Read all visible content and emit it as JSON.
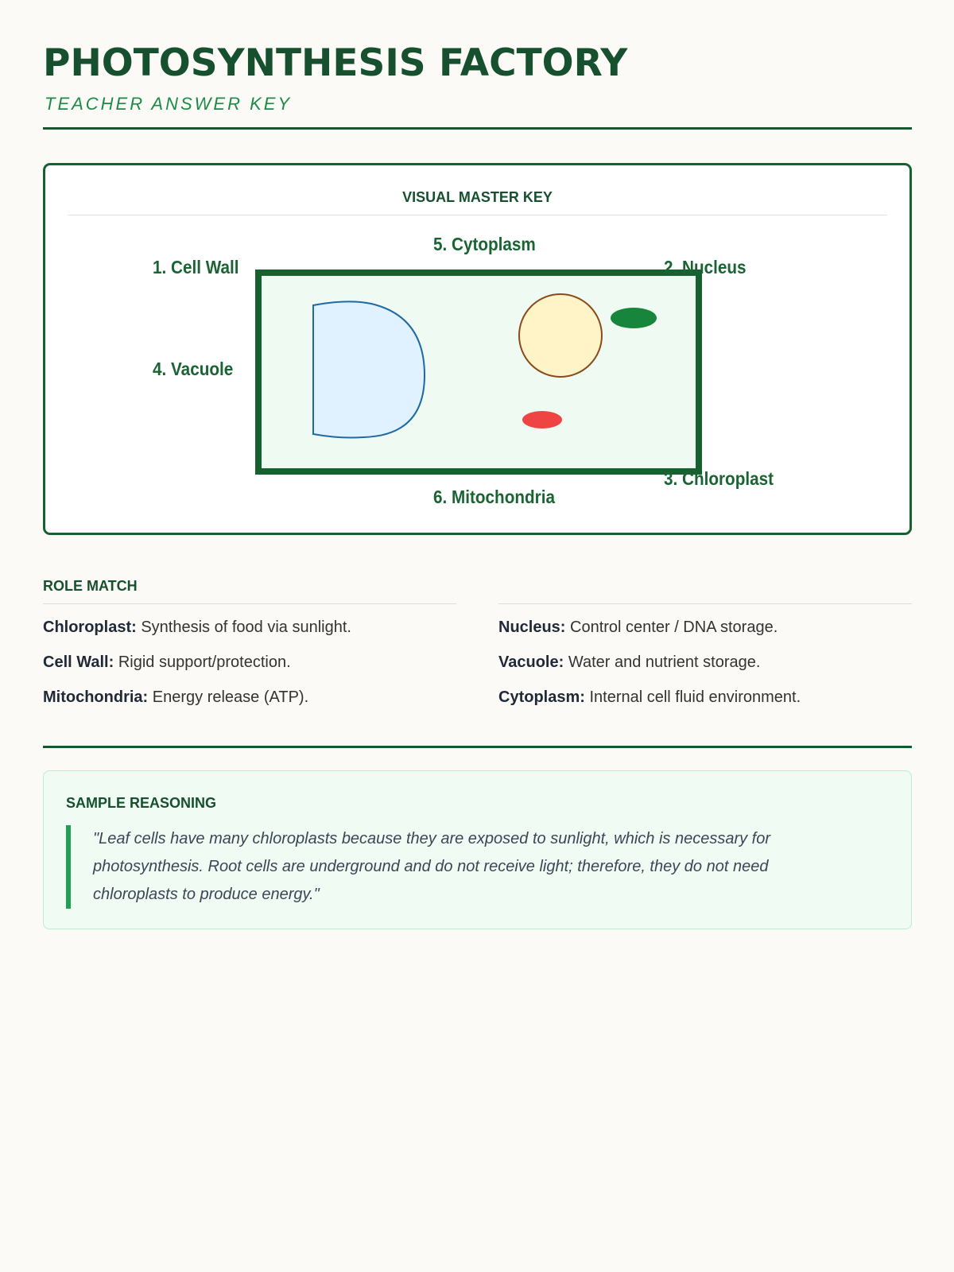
{
  "header": {
    "title": "PHOTOSYNTHESIS FACTORY",
    "subtitle": "TEACHER ANSWER KEY"
  },
  "key": {
    "title": "VISUAL MASTER KEY",
    "labels": {
      "cell_wall": "1. Cell Wall",
      "nucleus": "2. Nucleus",
      "chloroplast": "3. Chloroplast",
      "vacuole": "4. Vacuole",
      "cytoplasm": "5. Cytoplasm",
      "mitochondria": "6. Mitochondria"
    },
    "colors": {
      "wall": "#17602f",
      "cytoplasm": "#effbf2",
      "vacuole": "#e0f1ff",
      "nucleus": "#fff3c8",
      "chloroplast": "#17853b",
      "mitochondria": "#ef4444"
    }
  },
  "role_match": {
    "title": "ROLE MATCH",
    "left": [
      {
        "term": "Chloroplast:",
        "desc": " Synthesis of food via sunlight."
      },
      {
        "term": "Cell Wall:",
        "desc": " Rigid support/protection."
      },
      {
        "term": "Mitochondria:",
        "desc": " Energy release (ATP)."
      }
    ],
    "right": [
      {
        "term": "Nucleus:",
        "desc": " Control center / DNA storage."
      },
      {
        "term": "Vacuole:",
        "desc": " Water and nutrient storage."
      },
      {
        "term": "Cytoplasm:",
        "desc": " Internal cell fluid environment."
      }
    ]
  },
  "reasoning": {
    "title": "SAMPLE REASONING",
    "text": "\"Leaf cells have many chloroplasts because they are exposed to sunlight, which is necessary for photosynthesis. Root cells are underground and do not receive light; therefore, they do not need chloroplasts to produce energy.\""
  }
}
